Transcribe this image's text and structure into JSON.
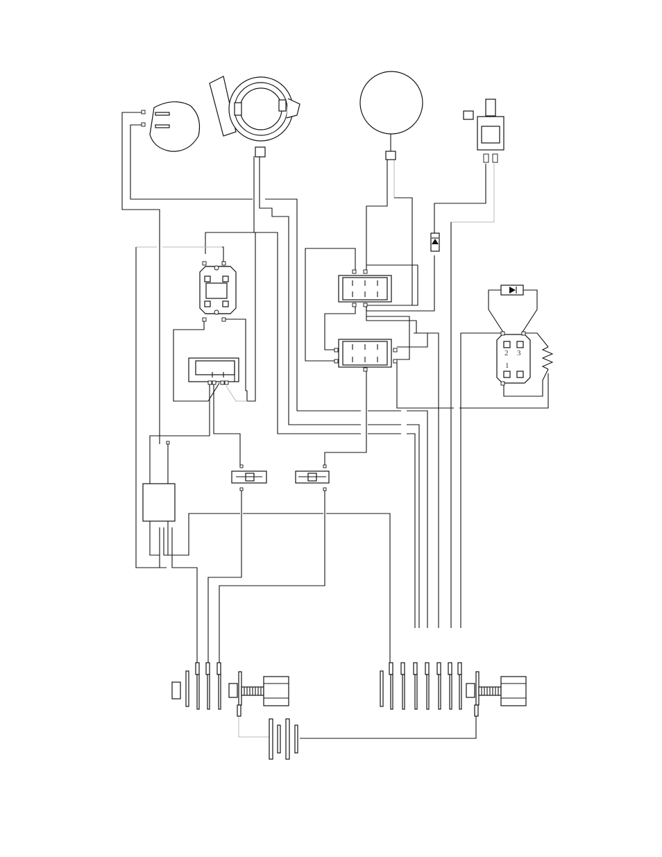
{
  "diagram": {
    "type": "wiring-schematic",
    "background": "#ffffff",
    "line_color": "#111111",
    "secondary_wire_color": "#b8b8b8",
    "printed_labels": {
      "relay_terminal_1": "1",
      "relay_terminal_2": "2",
      "relay_terminal_3": "3"
    },
    "components": [
      "gauge-connector",
      "starter-motor",
      "hour-meter",
      "fuel-solenoid",
      "relay-left",
      "ignition-switch-upper",
      "ignition-switch-lower",
      "relay-right",
      "diode-inline",
      "diode-right",
      "resistor",
      "rectifier",
      "control-module",
      "fuse-left",
      "fuse-right",
      "battery",
      "terminal-block-left",
      "terminal-block-right"
    ]
  }
}
